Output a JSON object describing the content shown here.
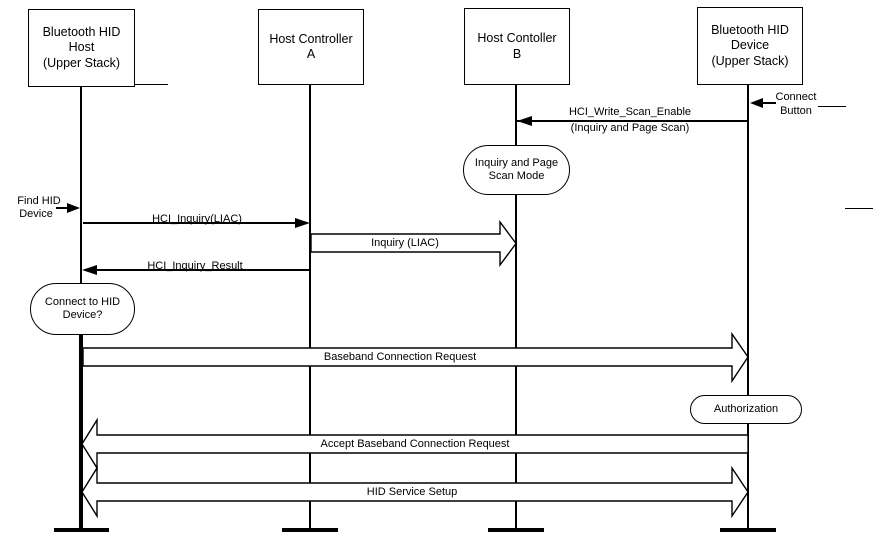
{
  "colors": {
    "line": "#000000",
    "background": "#ffffff",
    "text": "#000000"
  },
  "actors": [
    {
      "id": "hid-host",
      "lines": [
        "Bluetooth HID",
        "Host",
        "(Upper Stack)"
      ]
    },
    {
      "id": "host-controller-a",
      "lines": [
        "Host Controller",
        "A"
      ]
    },
    {
      "id": "host-controller-b",
      "lines": [
        "Host Contoller",
        "B"
      ]
    },
    {
      "id": "hid-device",
      "lines": [
        "Bluetooth HID",
        "Device",
        "(Upper Stack)"
      ]
    }
  ],
  "annotations": {
    "connect_button": {
      "line1": "Connect",
      "line2": "Button"
    },
    "find_hid": {
      "line1": "Find HID",
      "line2": "Device"
    }
  },
  "messages": {
    "write_scan_enable": {
      "line1": "HCI_Write_Scan_Enable",
      "line2": "(Inquiry and Page Scan)"
    },
    "hci_inquiry": "HCI_Inquiry(LIAC)",
    "inquiry_liac": "Inquiry (LIAC)",
    "hci_inquiry_result": "HCI_Inquiry_Result",
    "baseband_request": "Baseband Connection Request",
    "accept_baseband": "Accept Baseband Connection Request",
    "hid_service_setup": "HID Service Setup"
  },
  "states": {
    "inquiry_page_scan": {
      "line1": "Inquiry and Page",
      "line2": "Scan Mode"
    },
    "connect_to_hid": {
      "line1": "Connect to HID",
      "line2": "Device?"
    },
    "authorization": "Authorization"
  }
}
